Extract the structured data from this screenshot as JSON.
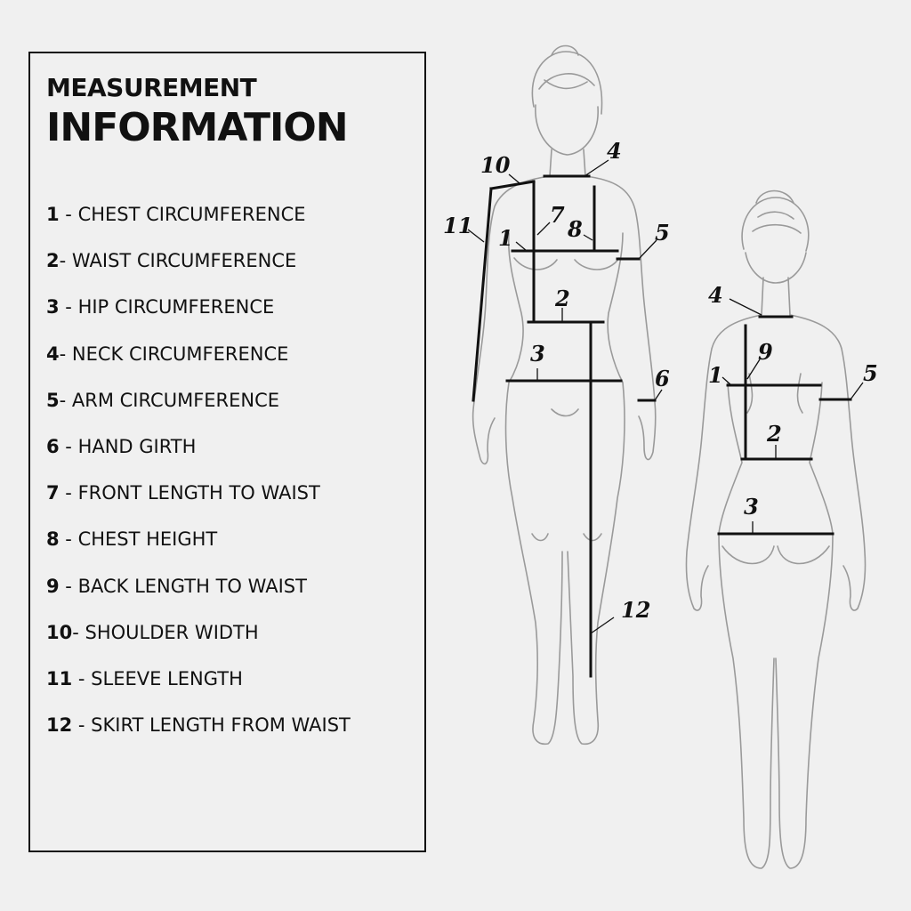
{
  "title": {
    "line1": "MEASUREMENT",
    "line2": "INFORMATION"
  },
  "items": [
    {
      "num": "1",
      "sep": " - ",
      "label": "CHEST CIRCUMFERENCE"
    },
    {
      "num": "2",
      "sep": "- ",
      "label": "WAIST CIRCUMFERENCE"
    },
    {
      "num": "3",
      "sep": " - ",
      "label": "HIP CIRCUMFERENCE"
    },
    {
      "num": "4",
      "sep": "- ",
      "label": "NECK CIRCUMFERENCE"
    },
    {
      "num": "5",
      "sep": "- ",
      "label": "ARM CIRCUMFERENCE"
    },
    {
      "num": "6",
      "sep": " - ",
      "label": "HAND GIRTH"
    },
    {
      "num": "7",
      "sep": " - ",
      "label": "FRONT LENGTH TO WAIST"
    },
    {
      "num": "8",
      "sep": " - ",
      "label": "CHEST HEIGHT"
    },
    {
      "num": "9",
      "sep": " - ",
      "label": "BACK LENGTH TO WAIST"
    },
    {
      "num": "10",
      "sep": "- ",
      "label": "SHOULDER WIDTH"
    },
    {
      "num": "11",
      "sep": " - ",
      "label": "SLEEVE LENGTH"
    },
    {
      "num": "12",
      "sep": " - ",
      "label": "SKIRT LENGTH FROM WAIST"
    }
  ],
  "front_labels": [
    "10",
    "4",
    "11",
    "7",
    "1",
    "8",
    "5",
    "2",
    "3",
    "6",
    "12"
  ],
  "back_labels": [
    "4",
    "9",
    "1",
    "5",
    "2",
    "3"
  ],
  "colors": {
    "background": "#f0f0f0",
    "ink": "#111111",
    "sketch": "#9a9a9a"
  }
}
